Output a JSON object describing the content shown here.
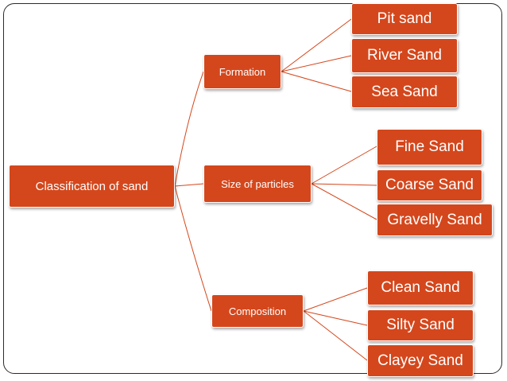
{
  "diagram": {
    "root": {
      "label": "Classification of sand"
    },
    "categories": [
      {
        "label": "Formation",
        "children": [
          "Pit sand",
          "River Sand",
          "Sea Sand"
        ]
      },
      {
        "label": "Size of particles",
        "children": [
          "Fine Sand",
          "Coarse Sand",
          "Gravelly Sand"
        ]
      },
      {
        "label": "Composition",
        "children": [
          "Clean Sand",
          "Silty Sand",
          "Clayey Sand"
        ]
      }
    ]
  },
  "colors": {
    "node_fill": "#d4471c",
    "connector": "#d4471c",
    "frame": "#2b2b2b",
    "text": "#ffffff"
  }
}
